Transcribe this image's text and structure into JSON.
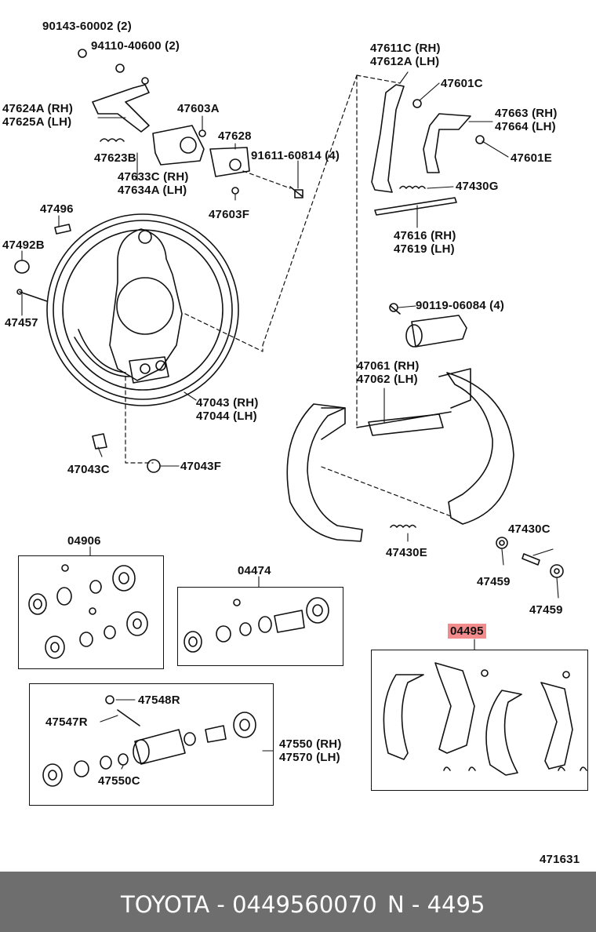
{
  "labels": {
    "p90143": "90143-60002 (2)",
    "p94110": "94110-40600 (2)",
    "p47624": [
      "47624A (RH)",
      "47625A (LH)"
    ],
    "p47603A": "47603A",
    "p47628": "47628",
    "p91611": "91611-60814 (4)",
    "p47623B": "47623B",
    "p47633": [
      "47633C (RH)",
      "47634A (LH)"
    ],
    "p47603F": "47603F",
    "p47496": "47496",
    "p47492B": "47492B",
    "p47457": "47457",
    "p47043": [
      "47043 (RH)",
      "47044 (LH)"
    ],
    "p47043C": "47043C",
    "p47043F": "47043F",
    "p47611": [
      "47611C (RH)",
      "47612A (LH)"
    ],
    "p47601C": "47601C",
    "p47663": [
      "47663 (RH)",
      "47664 (LH)"
    ],
    "p47601E": "47601E",
    "p47430G": "47430G",
    "p47616": [
      "47616 (RH)",
      "47619 (LH)"
    ],
    "p90119": "90119-06084 (4)",
    "p47061": [
      "47061 (RH)",
      "47062 (LH)"
    ],
    "p47430C": "47430C",
    "p47430E": "47430E",
    "p47459a": "47459",
    "p47459b": "47459",
    "p04906": "04906",
    "p04474": "04474",
    "p04495": "04495",
    "p47548R": "47548R",
    "p47547R": "47547R",
    "p47550": [
      "47550 (RH)",
      "47570 (LH)"
    ],
    "p47550C": "47550C",
    "diagram_code": "471631"
  },
  "footer": {
    "brand_part": "TOYOTA - 0449560070",
    "ref": "N - 4495"
  },
  "colors": {
    "highlight": "#f28b8b",
    "footer_bg": "#6e6e6e",
    "footer_text": "#ffffff"
  }
}
